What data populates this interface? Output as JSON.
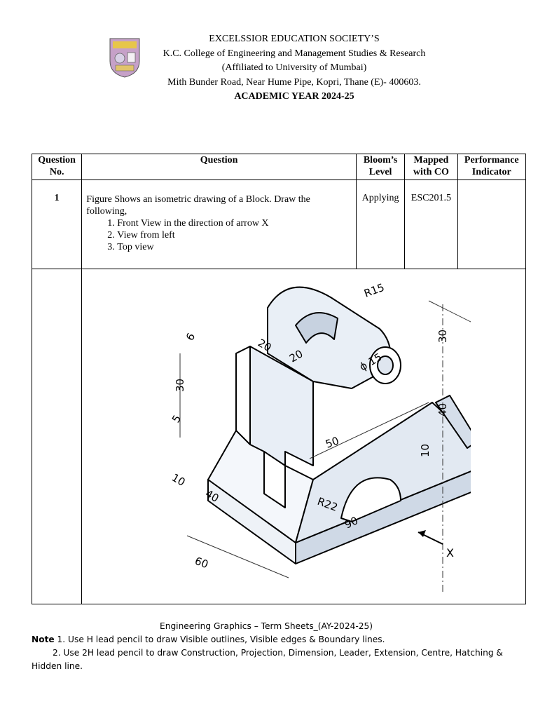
{
  "header": {
    "society": "EXCELSSIOR EDUCATION SOCIETY’S",
    "college": "K.C. College of Engineering and Management Studies & Research",
    "affiliation": "(Affiliated to University of Mumbai)",
    "address": "Mith Bunder Road, Near Hume Pipe, Kopri, Thane (E)- 400603.",
    "academic_year": "ACADEMIC YEAR 2024-25"
  },
  "table": {
    "headers": [
      "Question No.",
      "Question",
      "Bloom’s Level",
      "Mapped with CO",
      "Performance Indicator"
    ],
    "row": {
      "number": "1",
      "intro": "Figure Shows an isometric drawing of a Block. Draw the following,",
      "items": [
        "Front View in the direction of arrow X",
        "View from left",
        "Top view"
      ],
      "bloom": "Applying",
      "co": "ESC201.5",
      "indicator": ""
    }
  },
  "figure": {
    "dimensions": [
      "R15",
      "30",
      "6",
      "20",
      "20",
      "ϕ 15",
      "40",
      "30",
      "5",
      "50",
      "10",
      "10",
      "40",
      "R22",
      "90",
      "60",
      "X"
    ]
  },
  "footer": {
    "caption": "Engineering Graphics – Term Sheets_(AY-2024-25)",
    "note_label": "Note",
    "note1": "1. Use H lead pencil to draw Visible outlines, Visible edges & Boundary lines.",
    "note2": "2. Use 2H lead pencil to draw Construction, Projection, Dimension, Leader, Extension, Centre, Hatching &",
    "note2_cont": "Hidden line."
  }
}
